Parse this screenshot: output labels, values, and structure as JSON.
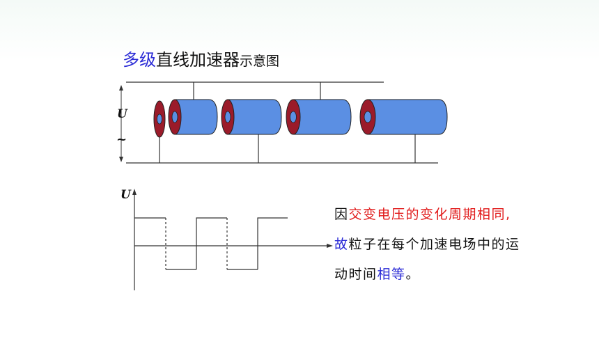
{
  "title": {
    "part1": "多级",
    "part2": "直线加速器",
    "part3": "示意图"
  },
  "labels": {
    "voltage_symbol": "U",
    "ac_symbol": "~",
    "graph_axis_label": "U"
  },
  "caption": {
    "line1_a": "因",
    "line1_b": "交变电压的变化周期相同,",
    "line2_a": "故",
    "line2_b": "粒子在每个加速电场中的运",
    "line3_a": "动时间",
    "line3_b": "相等",
    "line3_c": "。"
  },
  "colors": {
    "tube_blue": "#5b8fe3",
    "ring_red": "#9b1b2a",
    "accent_blue": "#2b2bd6",
    "accent_red": "#e11b1b"
  }
}
